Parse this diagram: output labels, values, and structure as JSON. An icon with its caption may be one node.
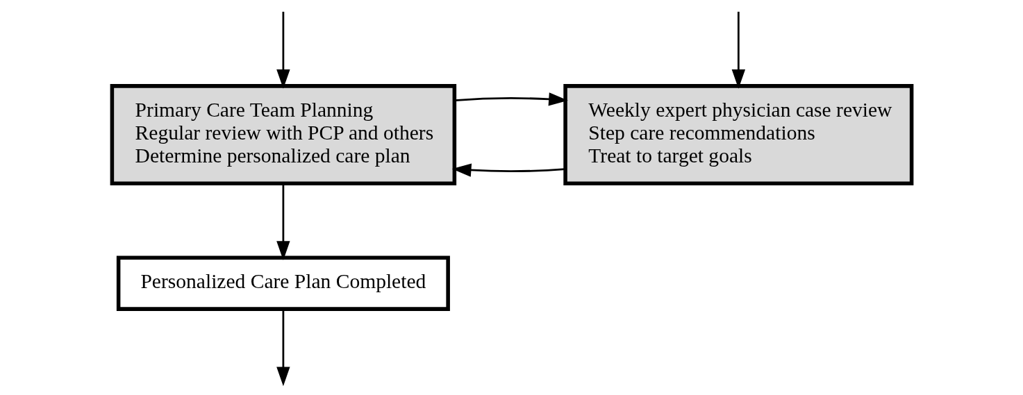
{
  "diagram": {
    "nodes": [
      {
        "text": [
          "Primary Care Team Planning",
          "Regular review with PCP and others",
          "Determine personalized care plan"
        ]
      },
      {
        "text": [
          "Weekly expert physician case review",
          "Step care recommendations",
          "Treat to target goals"
        ]
      },
      {
        "text": [
          "Personalized Care Plan Completed"
        ]
      }
    ],
    "edges": [
      {
        "from": 1,
        "to": 0,
        "arrow": "to"
      },
      {
        "from": 0,
        "to": 1,
        "arrow": "to"
      },
      {
        "from": 0,
        "to": 2,
        "arrow": "to"
      },
      {
        "from": 2,
        "to": null,
        "arrow": "to"
      },
      {
        "from": null,
        "to": 1,
        "arrow": "to"
      },
      {
        "from": null,
        "to": 0,
        "arrow": "to"
      }
    ]
  }
}
